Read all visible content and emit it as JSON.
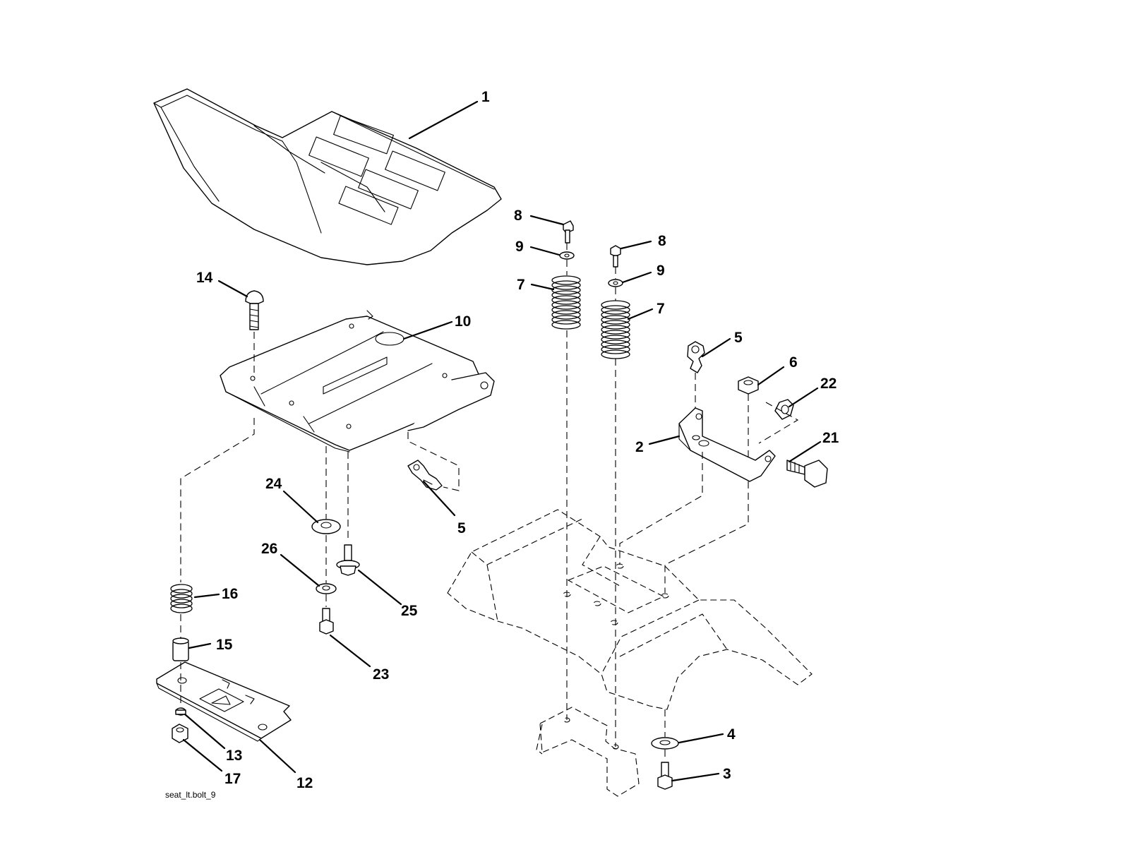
{
  "diagram": {
    "caption": "seat_lt.bolt_9",
    "callouts": [
      {
        "id": "c1",
        "label": "1"
      },
      {
        "id": "c2",
        "label": "2"
      },
      {
        "id": "c3",
        "label": "3"
      },
      {
        "id": "c4",
        "label": "4"
      },
      {
        "id": "c5a",
        "label": "5"
      },
      {
        "id": "c5b",
        "label": "5"
      },
      {
        "id": "c6",
        "label": "6"
      },
      {
        "id": "c7a",
        "label": "7"
      },
      {
        "id": "c7b",
        "label": "7"
      },
      {
        "id": "c8a",
        "label": "8"
      },
      {
        "id": "c8b",
        "label": "8"
      },
      {
        "id": "c9a",
        "label": "9"
      },
      {
        "id": "c9b",
        "label": "9"
      },
      {
        "id": "c10",
        "label": "10"
      },
      {
        "id": "c12",
        "label": "12"
      },
      {
        "id": "c13",
        "label": "13"
      },
      {
        "id": "c14",
        "label": "14"
      },
      {
        "id": "c15",
        "label": "15"
      },
      {
        "id": "c16",
        "label": "16"
      },
      {
        "id": "c17",
        "label": "17"
      },
      {
        "id": "c21",
        "label": "21"
      },
      {
        "id": "c22",
        "label": "22"
      },
      {
        "id": "c23",
        "label": "23"
      },
      {
        "id": "c24",
        "label": "24"
      },
      {
        "id": "c25",
        "label": "25"
      },
      {
        "id": "c26",
        "label": "26"
      }
    ]
  }
}
